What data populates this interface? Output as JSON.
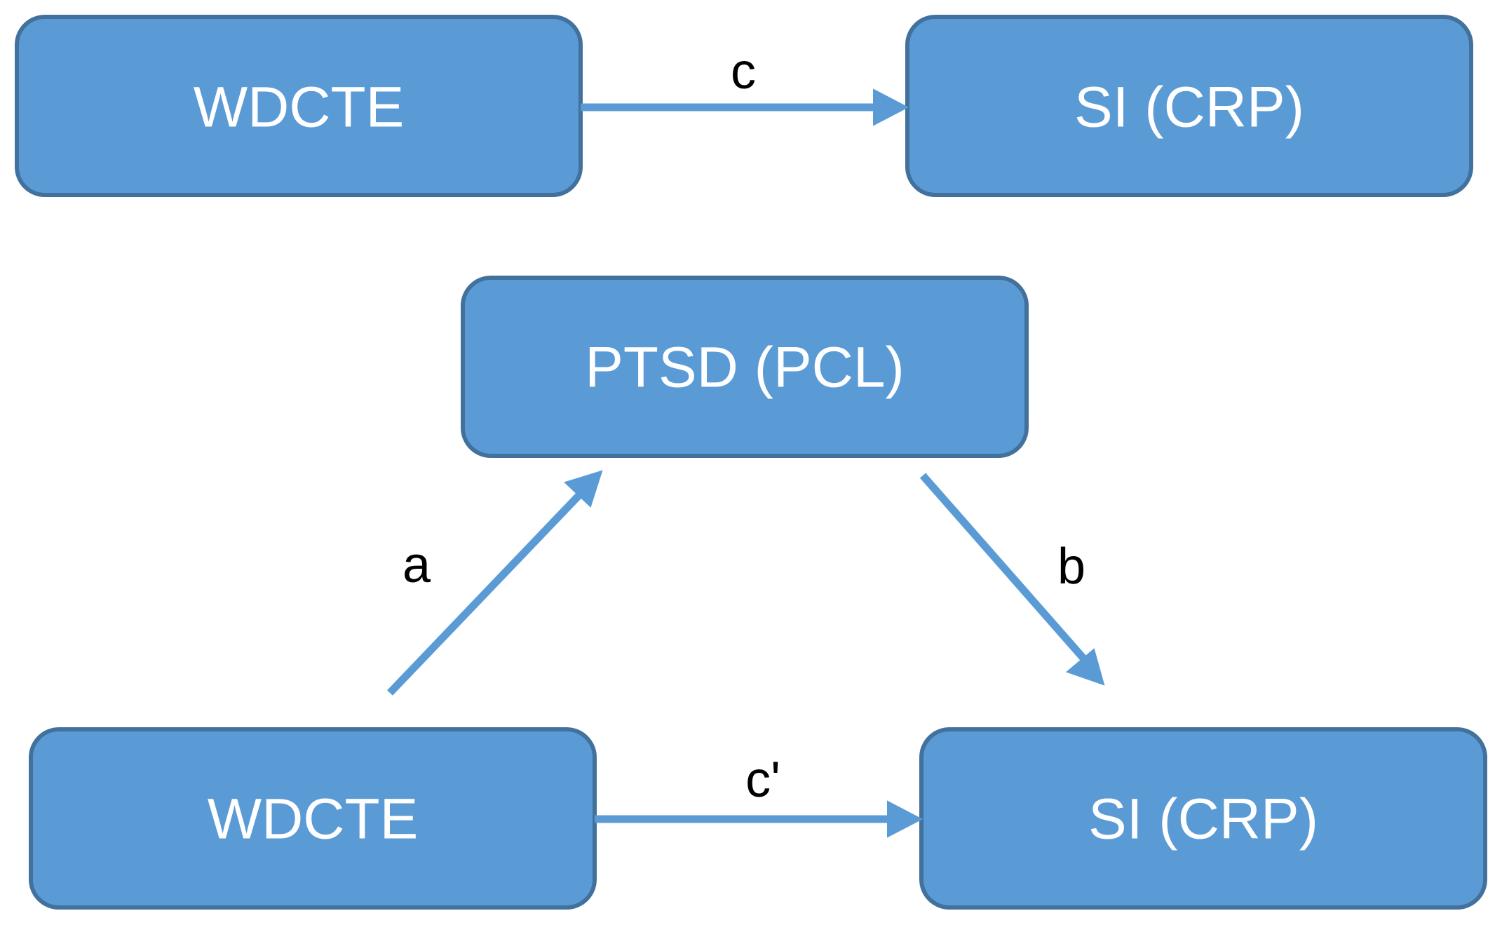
{
  "colors": {
    "node_fill": "#5b9bd5",
    "node_border": "#41719c",
    "arrow": "#5b9bd5",
    "node_text": "#ffffff",
    "label_text": "#000000"
  },
  "total_effect": {
    "predictor": "WDCTE",
    "outcome": "SI (CRP)",
    "path_label": "c"
  },
  "mediation_model": {
    "mediator": "PTSD (PCL)",
    "predictor": "WDCTE",
    "outcome": "SI (CRP)",
    "path_a_label": "a",
    "path_b_label": "b",
    "path_c_prime_label": "c'"
  }
}
